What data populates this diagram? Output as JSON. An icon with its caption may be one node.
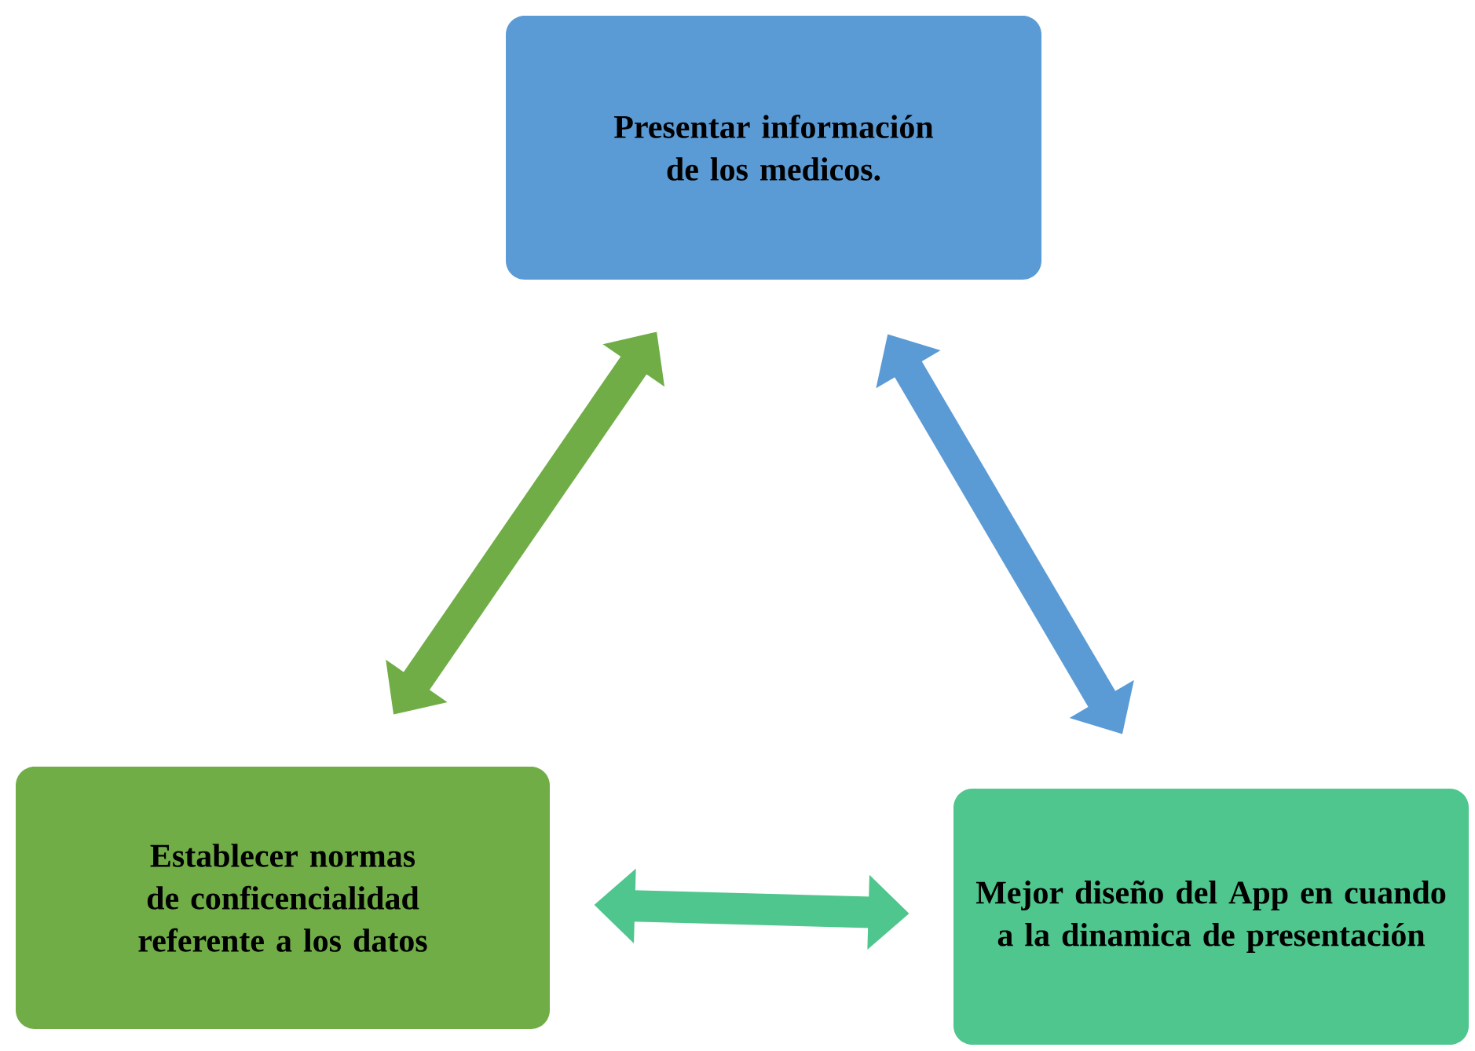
{
  "diagram": {
    "nodes": [
      {
        "text": [
          "Presentar información de los medicos."
        ]
      },
      {
        "text": [
          "Establecer normas de conficencialidad referente a los datos"
        ]
      },
      {
        "text": [
          "Mejor diseño del App en cuando a la dinamica de presentación"
        ]
      }
    ],
    "edges": [
      {
        "from": 0,
        "to": 1,
        "arrow": "both",
        "color": "#70ad47"
      },
      {
        "from": 0,
        "to": 2,
        "arrow": "both",
        "color": "#5b9bd5"
      },
      {
        "from": 1,
        "to": 2,
        "arrow": "both",
        "color": "#4fc68d"
      }
    ]
  }
}
